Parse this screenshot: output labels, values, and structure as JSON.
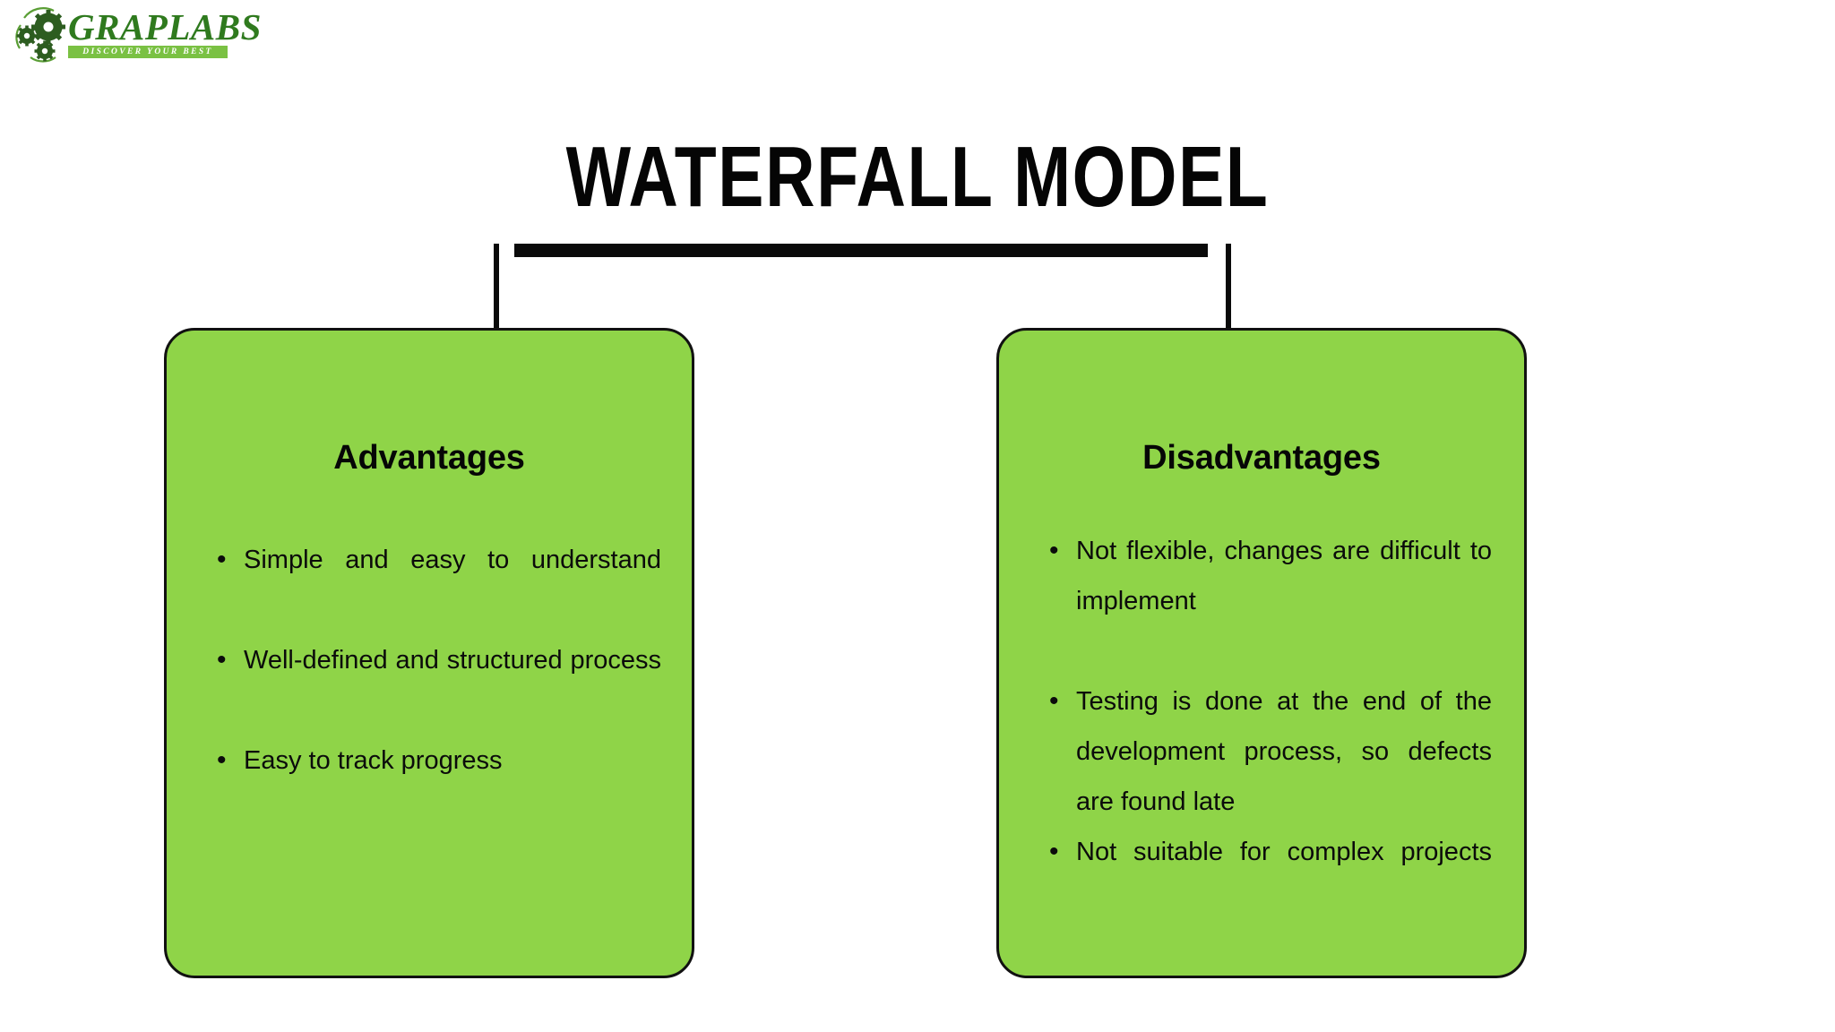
{
  "logo": {
    "brand": "GRAPLABS",
    "tagline": "DISCOVER  YOUR   BEST",
    "mark_icon": "gears-icon",
    "brand_color": "#2f7a1e",
    "tagbar_color": "#7ac143"
  },
  "title": {
    "text": "WATERFALL MODEL"
  },
  "diagram": {
    "connector_color": "#0a0a0a",
    "card_fill": "#8fd448",
    "card_border": "#111111"
  },
  "cards": [
    {
      "id": "advantages",
      "heading": "Advantages",
      "items": [
        "Simple and easy to understand",
        "Well-defined and structured process",
        "Easy to track progress"
      ]
    },
    {
      "id": "disadvantages",
      "heading": "Disadvantages",
      "items": [
        "Not flexible, changes are difficult to implement",
        "Testing is done at the end of the development process, so defects are found late",
        "Not suitable for complex projects"
      ]
    }
  ]
}
